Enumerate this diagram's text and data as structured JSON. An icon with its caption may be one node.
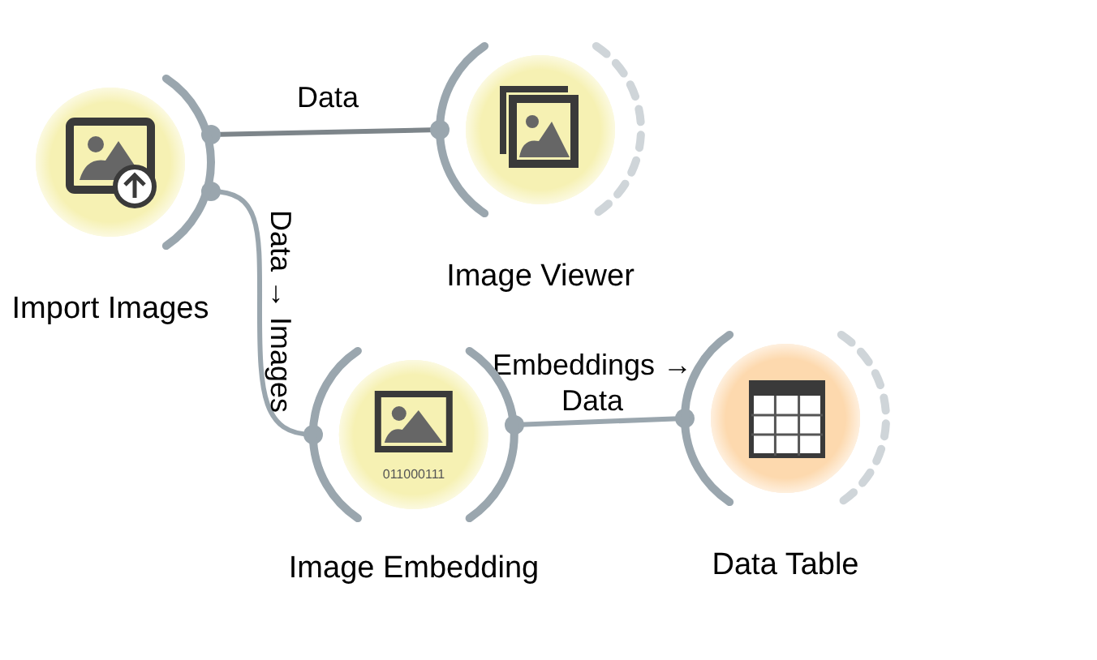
{
  "diagram": {
    "nodes": [
      {
        "text": [
          "Import Images"
        ]
      },
      {
        "text": [
          "Image Viewer"
        ]
      },
      {
        "text": [
          "Image Embedding"
        ]
      },
      {
        "text": [
          "Data Table"
        ]
      }
    ],
    "edges": [
      {
        "from": 0,
        "to": 1,
        "arrow": "other",
        "label": "Data"
      },
      {
        "from": 0,
        "to": 2,
        "arrow": "other",
        "label": "Data → Images"
      },
      {
        "from": 2,
        "to": 3,
        "arrow": "other",
        "label": "Embeddings → Data"
      }
    ],
    "labels": [
      "011000111"
    ]
  }
}
